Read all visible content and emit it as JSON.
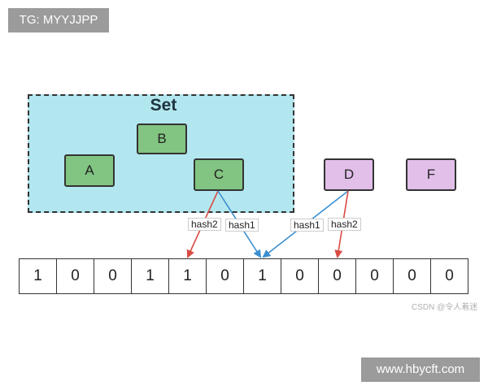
{
  "watermark_top": "TG: MYYJJPP",
  "watermark_bottom": "www.hbycft.com",
  "set": {
    "title": "Set",
    "members": [
      "A",
      "B",
      "C"
    ]
  },
  "nodes": [
    {
      "label": "A",
      "color": "#82c482"
    },
    {
      "label": "B",
      "color": "#82c482"
    },
    {
      "label": "C",
      "color": "#82c482"
    },
    {
      "label": "D",
      "color": "#e1bfe9"
    },
    {
      "label": "F",
      "color": "#e1bfe9"
    }
  ],
  "bit_array": [
    "1",
    "0",
    "0",
    "1",
    "1",
    "0",
    "1",
    "0",
    "0",
    "0",
    "0",
    "0"
  ],
  "hash_labels": {
    "c_hash2": "hash2",
    "c_hash1": "hash1",
    "d_hash1": "hash1",
    "d_hash2": "hash2"
  },
  "arrow_colors": {
    "hash1": "#3a8fd0",
    "hash2": "#d94b43"
  },
  "credit": "CSDN @令人着迷"
}
